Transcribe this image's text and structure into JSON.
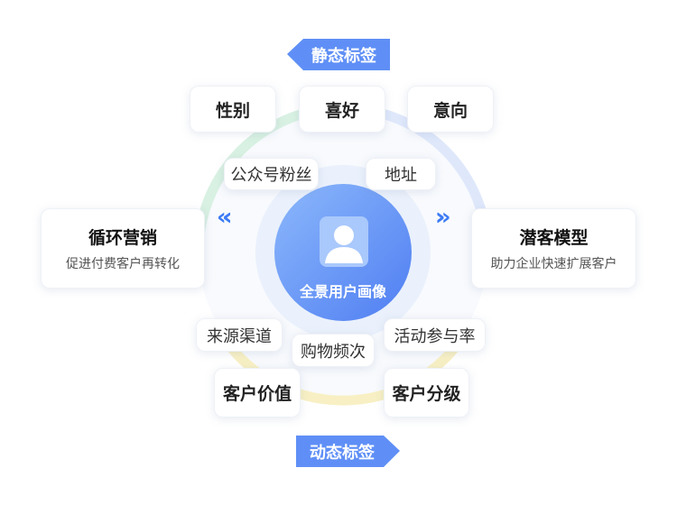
{
  "static_tag": "静态标签",
  "dynamic_tag": "动态标签",
  "static_items": [
    "性别",
    "喜好",
    "意向"
  ],
  "inner_top": [
    "公众号粉丝",
    "地址"
  ],
  "left_card": {
    "title": "循环营销",
    "subtitle": "促进付费客户再转化"
  },
  "right_card": {
    "title": "潜客模型",
    "subtitle": "助力企业快速扩展客户"
  },
  "center": {
    "label": "全景用户画像",
    "icon": "user-icon"
  },
  "inner_bottom": [
    "来源渠道",
    "购物频次",
    "活动参与率"
  ],
  "dynamic_items": [
    "客户价值",
    "客户分级"
  ],
  "colors": {
    "accent": "#4f86f7",
    "green": "#d6f0e0",
    "yellow": "#f8f0c0",
    "ring_blue": "#dde7fb"
  }
}
